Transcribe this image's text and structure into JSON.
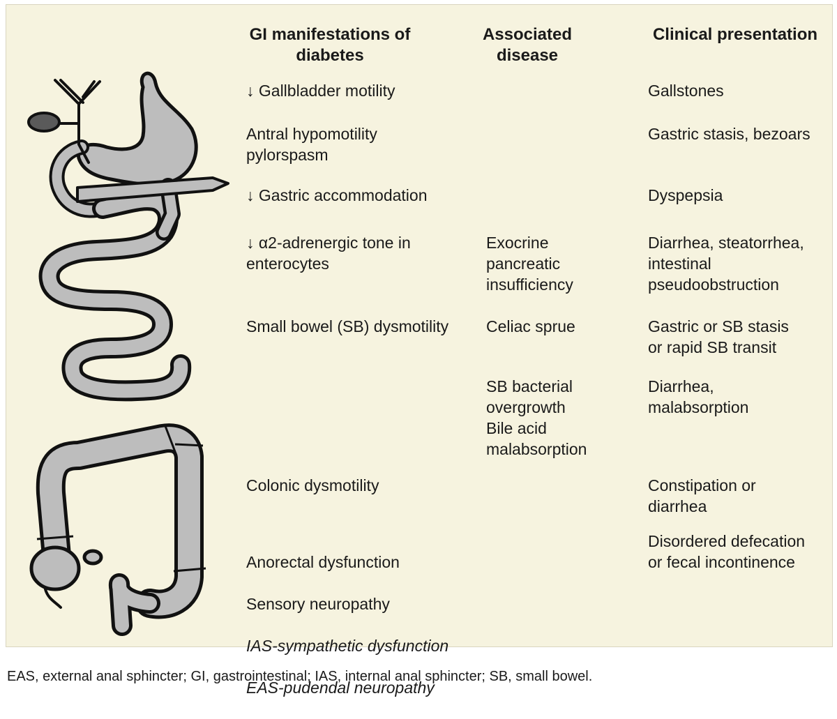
{
  "headers": {
    "manifestations": "GI manifestations of\ndiabetes",
    "disease": "Associated\ndisease",
    "presentation": "Clinical presentation"
  },
  "rows": [
    {
      "manifestation": "↓ Gallbladder motility",
      "disease": "",
      "presentation": "Gallstones"
    },
    {
      "manifestation": "Antral hypomotility\npylorspasm",
      "disease": "",
      "presentation": "Gastric stasis, bezoars"
    },
    {
      "manifestation": "↓ Gastric accommodation",
      "disease": "",
      "presentation": "Dyspepsia"
    },
    {
      "manifestation": "↓ α2-adrenergic tone in\nenterocytes",
      "disease": "Exocrine\npancreatic\ninsufficiency",
      "presentation": "Diarrhea, steatorrhea,\nintestinal\npseudoobstruction"
    },
    {
      "manifestation": "Small bowel (SB) dysmotility",
      "disease": "Celiac sprue",
      "presentation": "Gastric or SB stasis\nor rapid SB transit"
    },
    {
      "manifestation": "",
      "disease": "SB bacterial\novergrowth\nBile acid\nmalabsorption",
      "presentation": "Diarrhea,\nmalabsorption"
    },
    {
      "manifestation": "Colonic dysmotility",
      "disease": "",
      "presentation": "Constipation or\ndiarrhea"
    },
    {
      "manifestation_lines": [
        "Anorectal dysfunction",
        "Sensory neuropathy"
      ],
      "manifestation_italic_lines": [
        "IAS-sympathetic dysfunction",
        "EAS-pudendal neuropathy"
      ],
      "disease": "",
      "presentation": "Disordered defecation\nor fecal incontinence"
    }
  ],
  "footnote": "EAS, external anal sphincter; GI, gastrointestinal; IAS, internal anal sphincter; SB, small bowel.",
  "colors": {
    "panel": "#f6f3df",
    "organ_fill": "#bdbdbd",
    "gallbladder_fill": "#5a5a5a",
    "outline": "#111111"
  }
}
